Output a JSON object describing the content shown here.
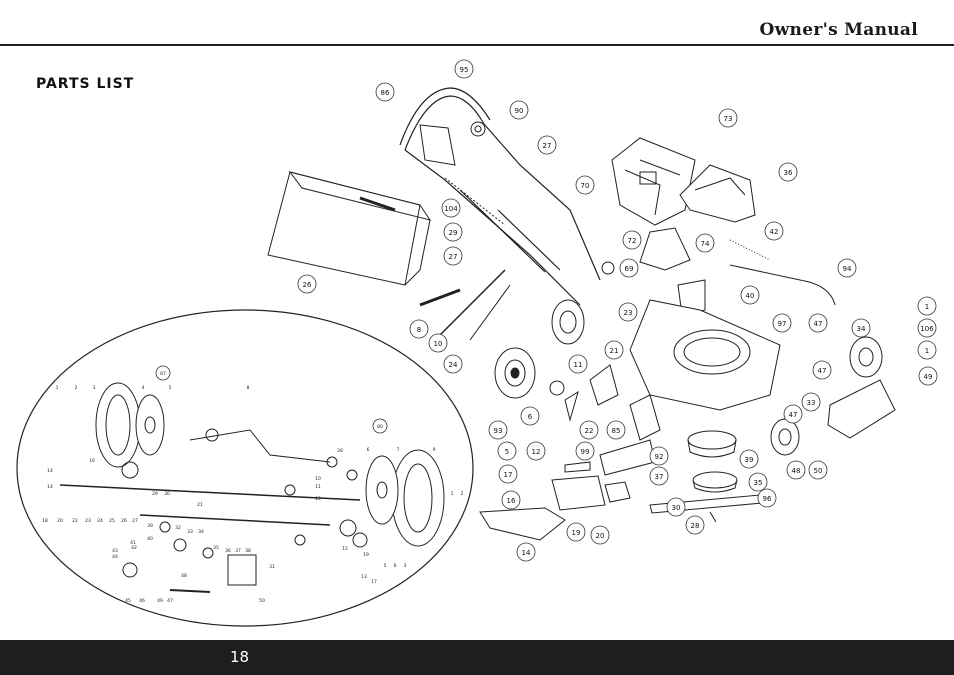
{
  "header": {
    "title": "Owner's Manual"
  },
  "section": {
    "title": "PARTS  LIST"
  },
  "footer": {
    "page_number": "18"
  },
  "callouts": {
    "c95": "95",
    "c86": "86",
    "c90": "90",
    "c73": "73",
    "c27a": "27",
    "c70": "70",
    "c36": "36",
    "c104": "104",
    "c29": "29",
    "c27b": "27",
    "c72": "72",
    "c74": "74",
    "c42": "42",
    "c69": "69",
    "c94": "94",
    "c26": "26",
    "c40": "40",
    "c8": "8",
    "c23": "23",
    "c10": "10",
    "c97": "97",
    "c47a": "47",
    "c34": "34",
    "c1a": "1",
    "c106": "106",
    "c1b": "1",
    "c21": "21",
    "c11": "11",
    "c24": "24",
    "c47b": "47",
    "c49": "49",
    "c33": "33",
    "c47c": "47",
    "c93": "93",
    "c6": "6",
    "c5": "5",
    "c12": "12",
    "c22": "22",
    "c85": "85",
    "c99": "99",
    "c92": "92",
    "c39": "39",
    "c37": "37",
    "c17": "17",
    "c48": "48",
    "c50": "50",
    "c35": "35",
    "c16": "16",
    "c96": "96",
    "c30": "30",
    "c28": "28",
    "c19": "19",
    "c20": "20",
    "c14": "14"
  },
  "inset_labels": {
    "l_87": "87",
    "l_80": "80",
    "l_1a": "1",
    "l_2a": "2",
    "l_3a": "3",
    "l_4a": "4",
    "l_5a": "5",
    "l_6a": "6",
    "l_7a": "7",
    "l_8a": "8",
    "l_9a": "9",
    "l_14a": "14",
    "l_14b": "14",
    "l_16": "16",
    "l_18a": "18",
    "l_20a": "20",
    "l_21a": "21",
    "l_22a": "22",
    "l_23a": "23",
    "l_24a": "24",
    "l_25a": "25",
    "l_26a": "26",
    "l_27a": "27",
    "l_28a": "28",
    "l_29a": "29",
    "l_30a": "30",
    "l_31a": "31",
    "l_32a": "32",
    "l_33a": "33",
    "l_34a": "34",
    "l_35a": "35",
    "l_36a": "36",
    "l_37a": "37",
    "l_38a": "38",
    "l_39a": "39",
    "l_40a": "40",
    "l_41a": "41",
    "l_42a": "42",
    "l_43a": "43",
    "l_44a": "44",
    "l_45a": "45",
    "l_46a": "46",
    "l_47a": "47",
    "l_48a": "48",
    "l_49a": "49",
    "l_50a": "50",
    "l_1b": "1",
    "l_2b": "2",
    "l_3b": "3",
    "l_5b": "5",
    "l_6b": "6",
    "l_10a": "10",
    "l_11a": "11",
    "l_12a": "12",
    "l_13a": "13",
    "l_15a": "15",
    "l_17a": "17",
    "l_19a": "19"
  }
}
